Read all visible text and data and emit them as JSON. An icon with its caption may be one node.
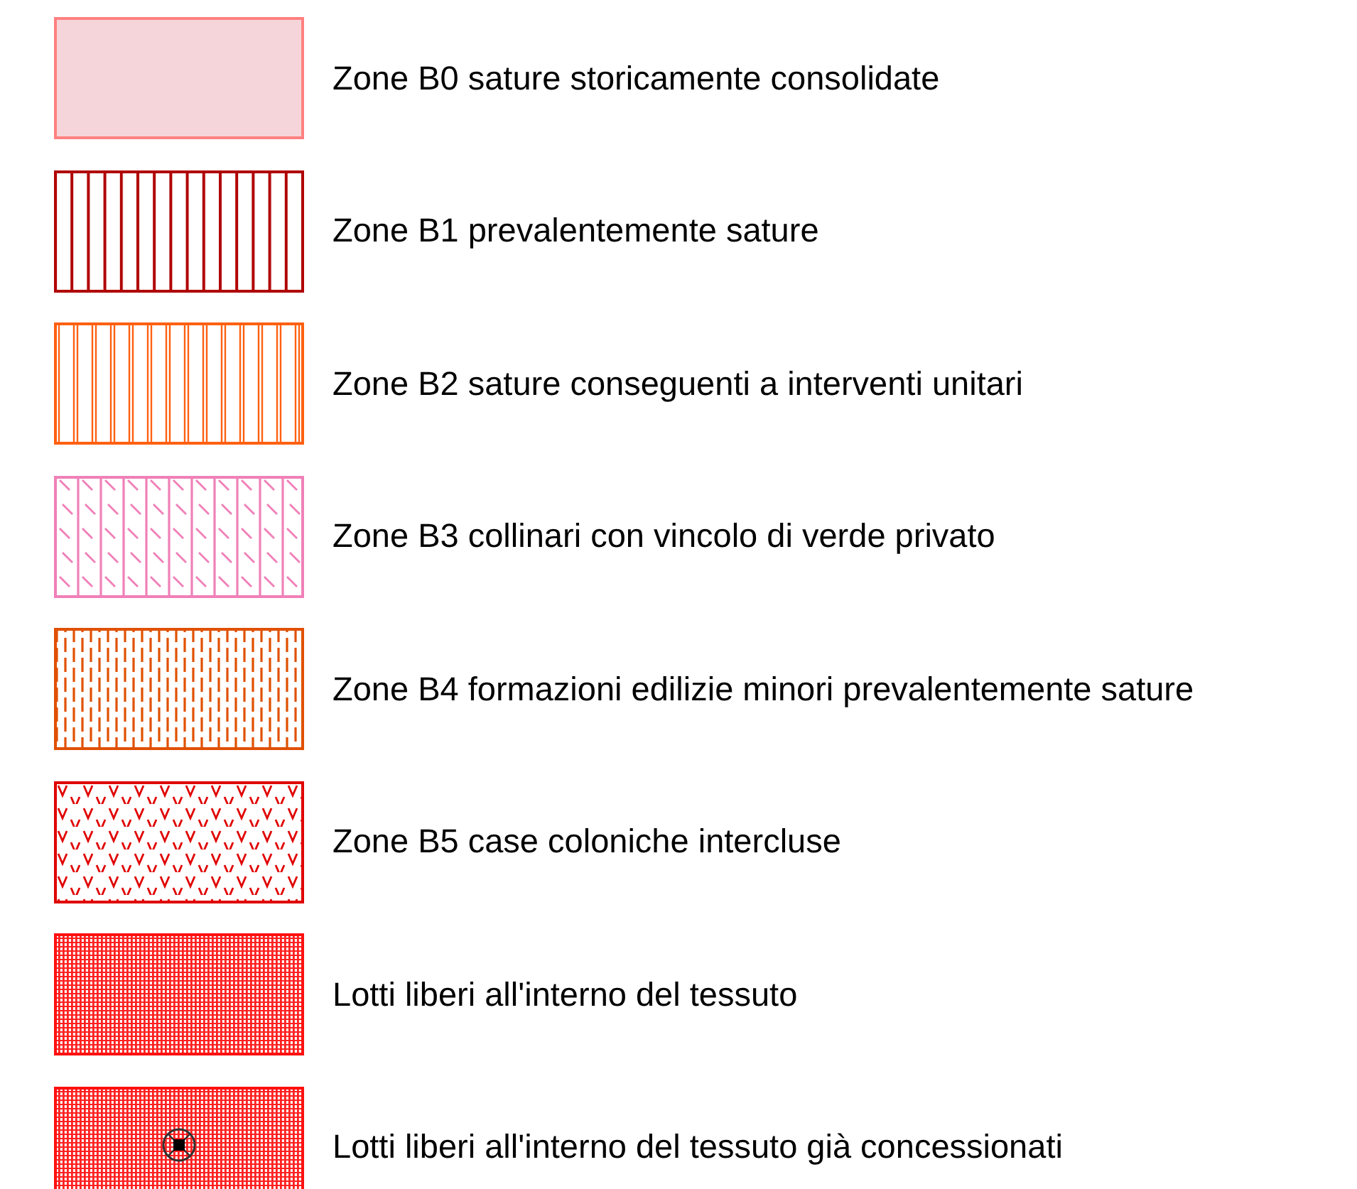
{
  "diagram": {
    "legend": [
      {
        "text": "Zone B0 sature storicamente consolidate",
        "color": "#f5d5da"
      },
      {
        "text": "Zone B1 prevalentemente sature"
      },
      {
        "text": "Zone B2 sature conseguenti a interventi unitari"
      },
      {
        "text": "Zone B3 collinari con vincolo di verde privato"
      },
      {
        "text": "Zone B4 formazioni edilizie minori prevalentemente sature"
      },
      {
        "text": "Zone B5 case coloniche intercluse"
      },
      {
        "text": "Lotti liberi all'interno del tessuto"
      },
      {
        "text": "Lotti liberi all'interno del tessuto già concessionati"
      }
    ]
  }
}
